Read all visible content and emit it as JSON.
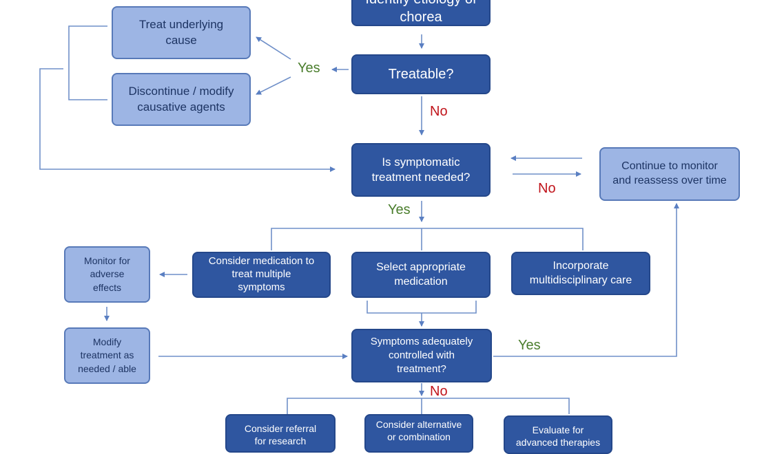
{
  "nodes": {
    "top": "Identify etiology of\nchorea",
    "treatable": "Treatable?",
    "treat_cause": "Treat underlying\ncause",
    "discontinue": "Discontinue / modify\ncausative agents",
    "symptomatic": "Is symptomatic\ntreatment needed?",
    "monitor_reassess": "Continue to monitor\nand reassess over time",
    "consider_multi": "Consider medication to\ntreat multiple\nsymptoms",
    "select_med": "Select appropriate\nmedication",
    "multidisciplinary": "Incorporate\nmultidisciplinary care",
    "monitor_adverse": "Monitor for\nadverse\neffects",
    "modify": "Modify\ntreatment as\nneeded / able",
    "controlled": "Symptoms adequately\ncontrolled with\ntreatment?",
    "referral": "Consider referral\nfor research",
    "alternative": "Consider alternative\nor combination",
    "evaluate": "Evaluate for\nadvanced therapies"
  },
  "labels": {
    "yes_treatable": "Yes",
    "no_treatable": "No",
    "yes_symptomatic": "Yes",
    "no_symptomatic": "No",
    "yes_controlled": "Yes",
    "no_controlled": "No"
  },
  "colors": {
    "dark_box": "#2f56a0",
    "light_box": "#9db5e4",
    "connector": "#6f8fc8",
    "yes": "#4a7d2c",
    "no": "#c0141b"
  }
}
